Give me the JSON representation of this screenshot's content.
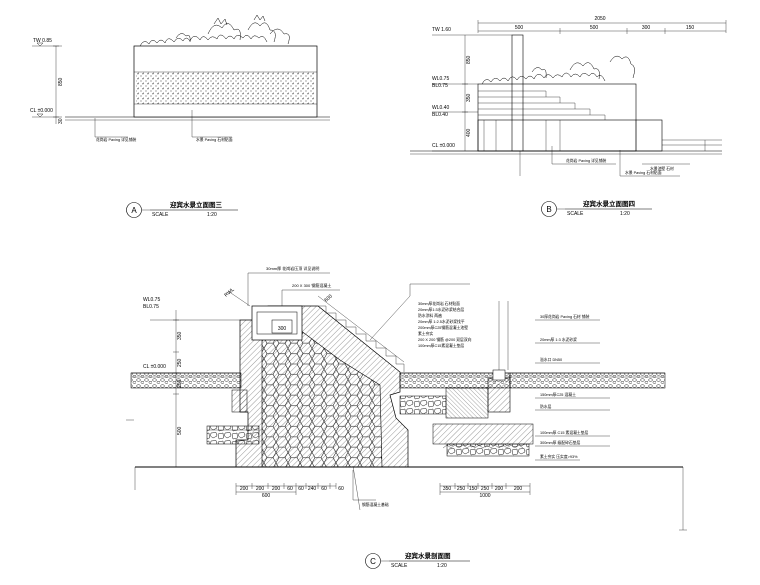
{
  "views": {
    "A": {
      "marker": "A",
      "title": "迎宾水景立面图三",
      "scale_word": "SCALE",
      "scale_value": "1:20",
      "elev_top": "TW 0.85",
      "elev_ground": "CL ±0.000",
      "dim_height": "850",
      "dim_small": "30",
      "note_1": "花岗岩 Paving 详见铺装",
      "note_2": "水景 Paving 石材贴面"
    },
    "B": {
      "marker": "B",
      "title": "迎宾水景立面图四",
      "scale_word": "SCALE",
      "scale_value": "1:20",
      "dim_total": "2050",
      "dims_top": [
        "500",
        "500",
        "300",
        "150"
      ],
      "elev_top": "TW 1.60",
      "elev_mid1": "WL0.75",
      "elev_mid1b": "BL0.75",
      "elev_mid2": "WL0.40",
      "elev_mid2b": "BL0.40",
      "elev_ground": "CL ±0.000",
      "dims_side": [
        "850",
        "350",
        "400"
      ],
      "note_1": "花岗岩 Paving 详见铺装",
      "note_2": "水景 Paving 石材贴面",
      "note_3": "水景池壁 石材"
    },
    "C": {
      "marker": "C",
      "title": "迎宾水景剖面图",
      "scale_word": "SCALE",
      "scale_value": "1:20",
      "elev_top": "WL0.75",
      "elev_top_b": "BL0.75",
      "elev_ground": "CL ±0.000",
      "dims_left": [
        "350",
        "250",
        "250",
        "500"
      ],
      "dims_bottom_left": [
        "200",
        "200",
        "200",
        "60"
      ],
      "dim_bottom_left_total": "600",
      "dims_bottom_mid": [
        "60",
        "240",
        "60",
        "60"
      ],
      "dims_bottom_right": [
        "350",
        "250",
        "150",
        "250",
        "200",
        "200"
      ],
      "dim_bottom_right_total": "1000",
      "box_dim": "300",
      "slope_dim_1": "RWL",
      "slope_dim_2": "600",
      "notes_left": [
        "30mm厚 花岗岩压顶 详见说明",
        "200 X 300 钢筋混凝土"
      ],
      "notes_center": [
        "30mm厚花岗岩 石材贴面",
        "20mm厚1:3水泥砂浆结合层",
        "防水涂料 两遍",
        "20mm厚 1:2.5水泥砂浆找平",
        "200mm厚C25钢筋混凝土池壁",
        "素土夯实",
        "200 X 200 钢筋 @200 双层双向",
        "100mm厚C15素混凝土垫层"
      ],
      "notes_right": [
        "30厚花岗岩 Paving 石材 铺装",
        "20mm厚 1:3 水泥砂浆",
        "溢水口 DN50",
        "150mm厚C25 混凝土",
        "防水层",
        "100mm厚 C15 素混凝土垫层",
        "300mm厚 级配碎石垫层",
        "素土夯实 压实度>93%"
      ],
      "note_bottom": "钢筋混凝土基础"
    }
  }
}
